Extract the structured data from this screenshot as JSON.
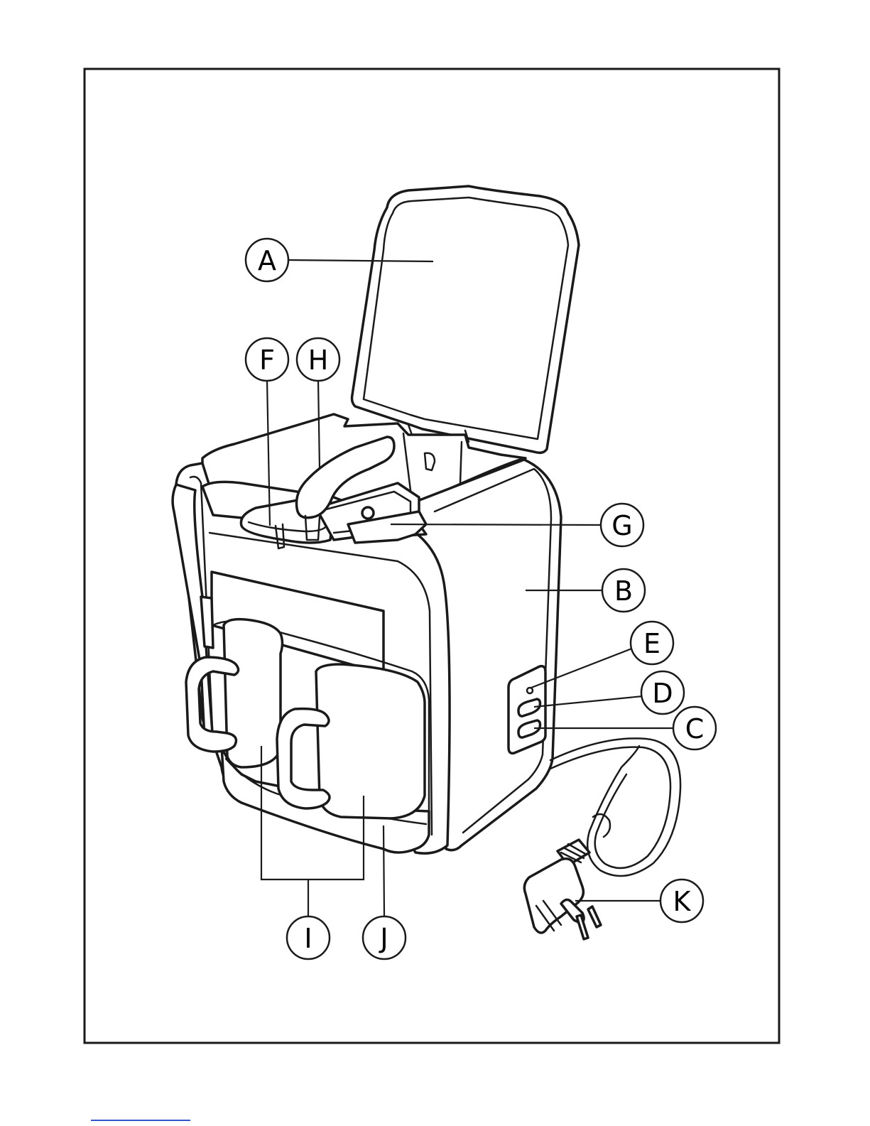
{
  "labels": {
    "A": "A",
    "B": "B",
    "C": "C",
    "D": "D",
    "E": "E",
    "F": "F",
    "G": "G",
    "H": "H",
    "I": "I",
    "J": "J",
    "K": "K"
  },
  "colors": {
    "line": "#1a1a1a",
    "background": "#ffffff",
    "link_underline": "#3355cc"
  }
}
